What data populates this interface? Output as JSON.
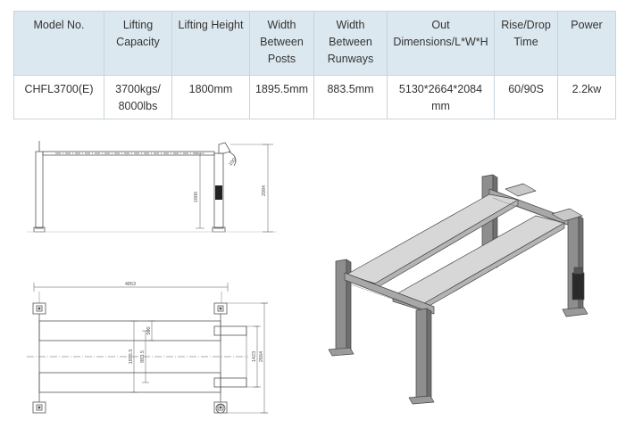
{
  "spec_table": {
    "headers": [
      "Model No.",
      "Lifting Capacity",
      "Lifting Height",
      "Width Between Posts",
      "Width Between Runways",
      "Out Dimensions/L*W*H",
      "Rise/Drop Time",
      "Power"
    ],
    "rows": [
      [
        "CHFL3700(E)",
        "3700kgs/ 8000lbs",
        "1800mm",
        "1895.5mm",
        "883.5mm",
        "5130*2664*2084 mm",
        "60/90S",
        "2.2kw"
      ]
    ]
  },
  "drawings": {
    "front_view": {
      "height_dim": "1800",
      "overall_height_dim": "2084",
      "angle_dim": "100°"
    },
    "top_view": {
      "length_dim": "4853",
      "posts_width_dim": "1895.5",
      "runway_width_dim": "883.5",
      "runway_dim": "500",
      "inner_dim": "1423",
      "overall_width_dim": "2664"
    }
  }
}
